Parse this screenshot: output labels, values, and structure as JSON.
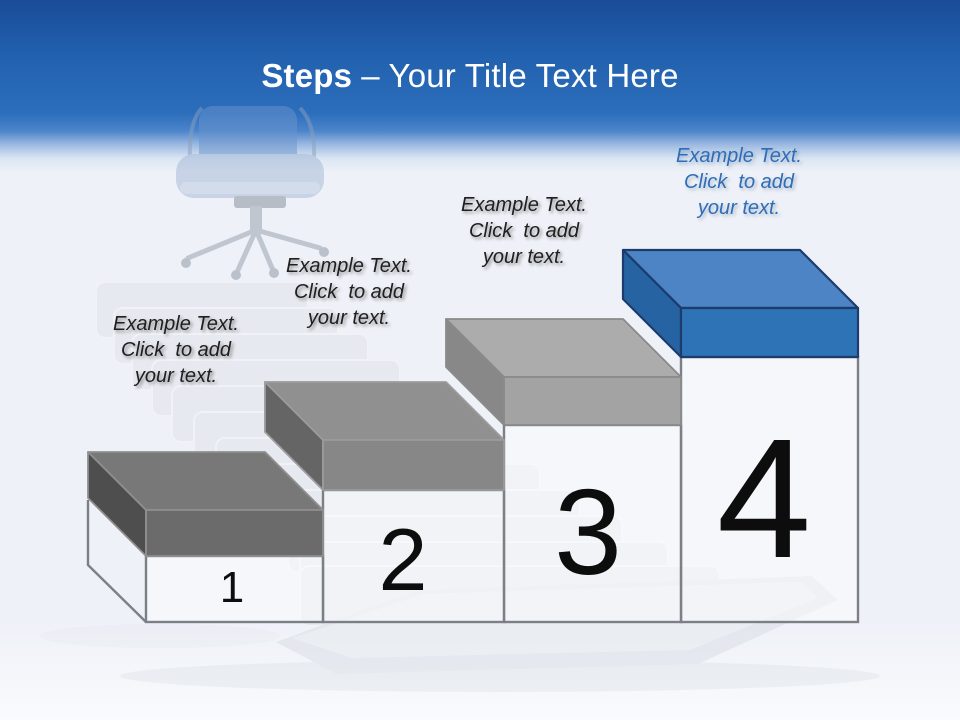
{
  "slide_title": {
    "emphasis": "Steps",
    "rest": "– Your Title Text Here"
  },
  "steps": [
    {
      "number": "1",
      "label": {
        "line1": "Example Text.",
        "line2": "Click  to add",
        "line3": "your text."
      }
    },
    {
      "number": "2",
      "label": {
        "line1": "Example Text.",
        "line2": "Click  to add",
        "line3": "your text."
      }
    },
    {
      "number": "3",
      "label": {
        "line1": "Example Text.",
        "line2": "Click  to add",
        "line3": "your text."
      }
    },
    {
      "number": "4",
      "label": {
        "line1": "Example Text.",
        "line2": "Click  to add",
        "line3": "your text."
      }
    }
  ],
  "colors": {
    "header_top": "#1a4c99",
    "header_mid": "#2d6ebc",
    "title_text": "#ffffff",
    "label_text_dark": "#1f1f1f",
    "label_text_blue": "#2e6db8",
    "lid1_top": "#787878",
    "lid1_front": "#6b6b6b",
    "lid1_side": "#4e4e4e",
    "lid2_top": "#909090",
    "lid2_front": "#878787",
    "lid2_side": "#656565",
    "lid3_top": "#acacac",
    "lid3_front": "#a3a3a3",
    "lid3_side": "#888888",
    "lid4_top": "#4c84c5",
    "lid4_front": "#2d73b5",
    "lid4_side": "#2563a2",
    "lid4_outline": "#1e3c6b",
    "wireframe_stroke": "#7b8087",
    "number_text": "#0d0d0d"
  }
}
